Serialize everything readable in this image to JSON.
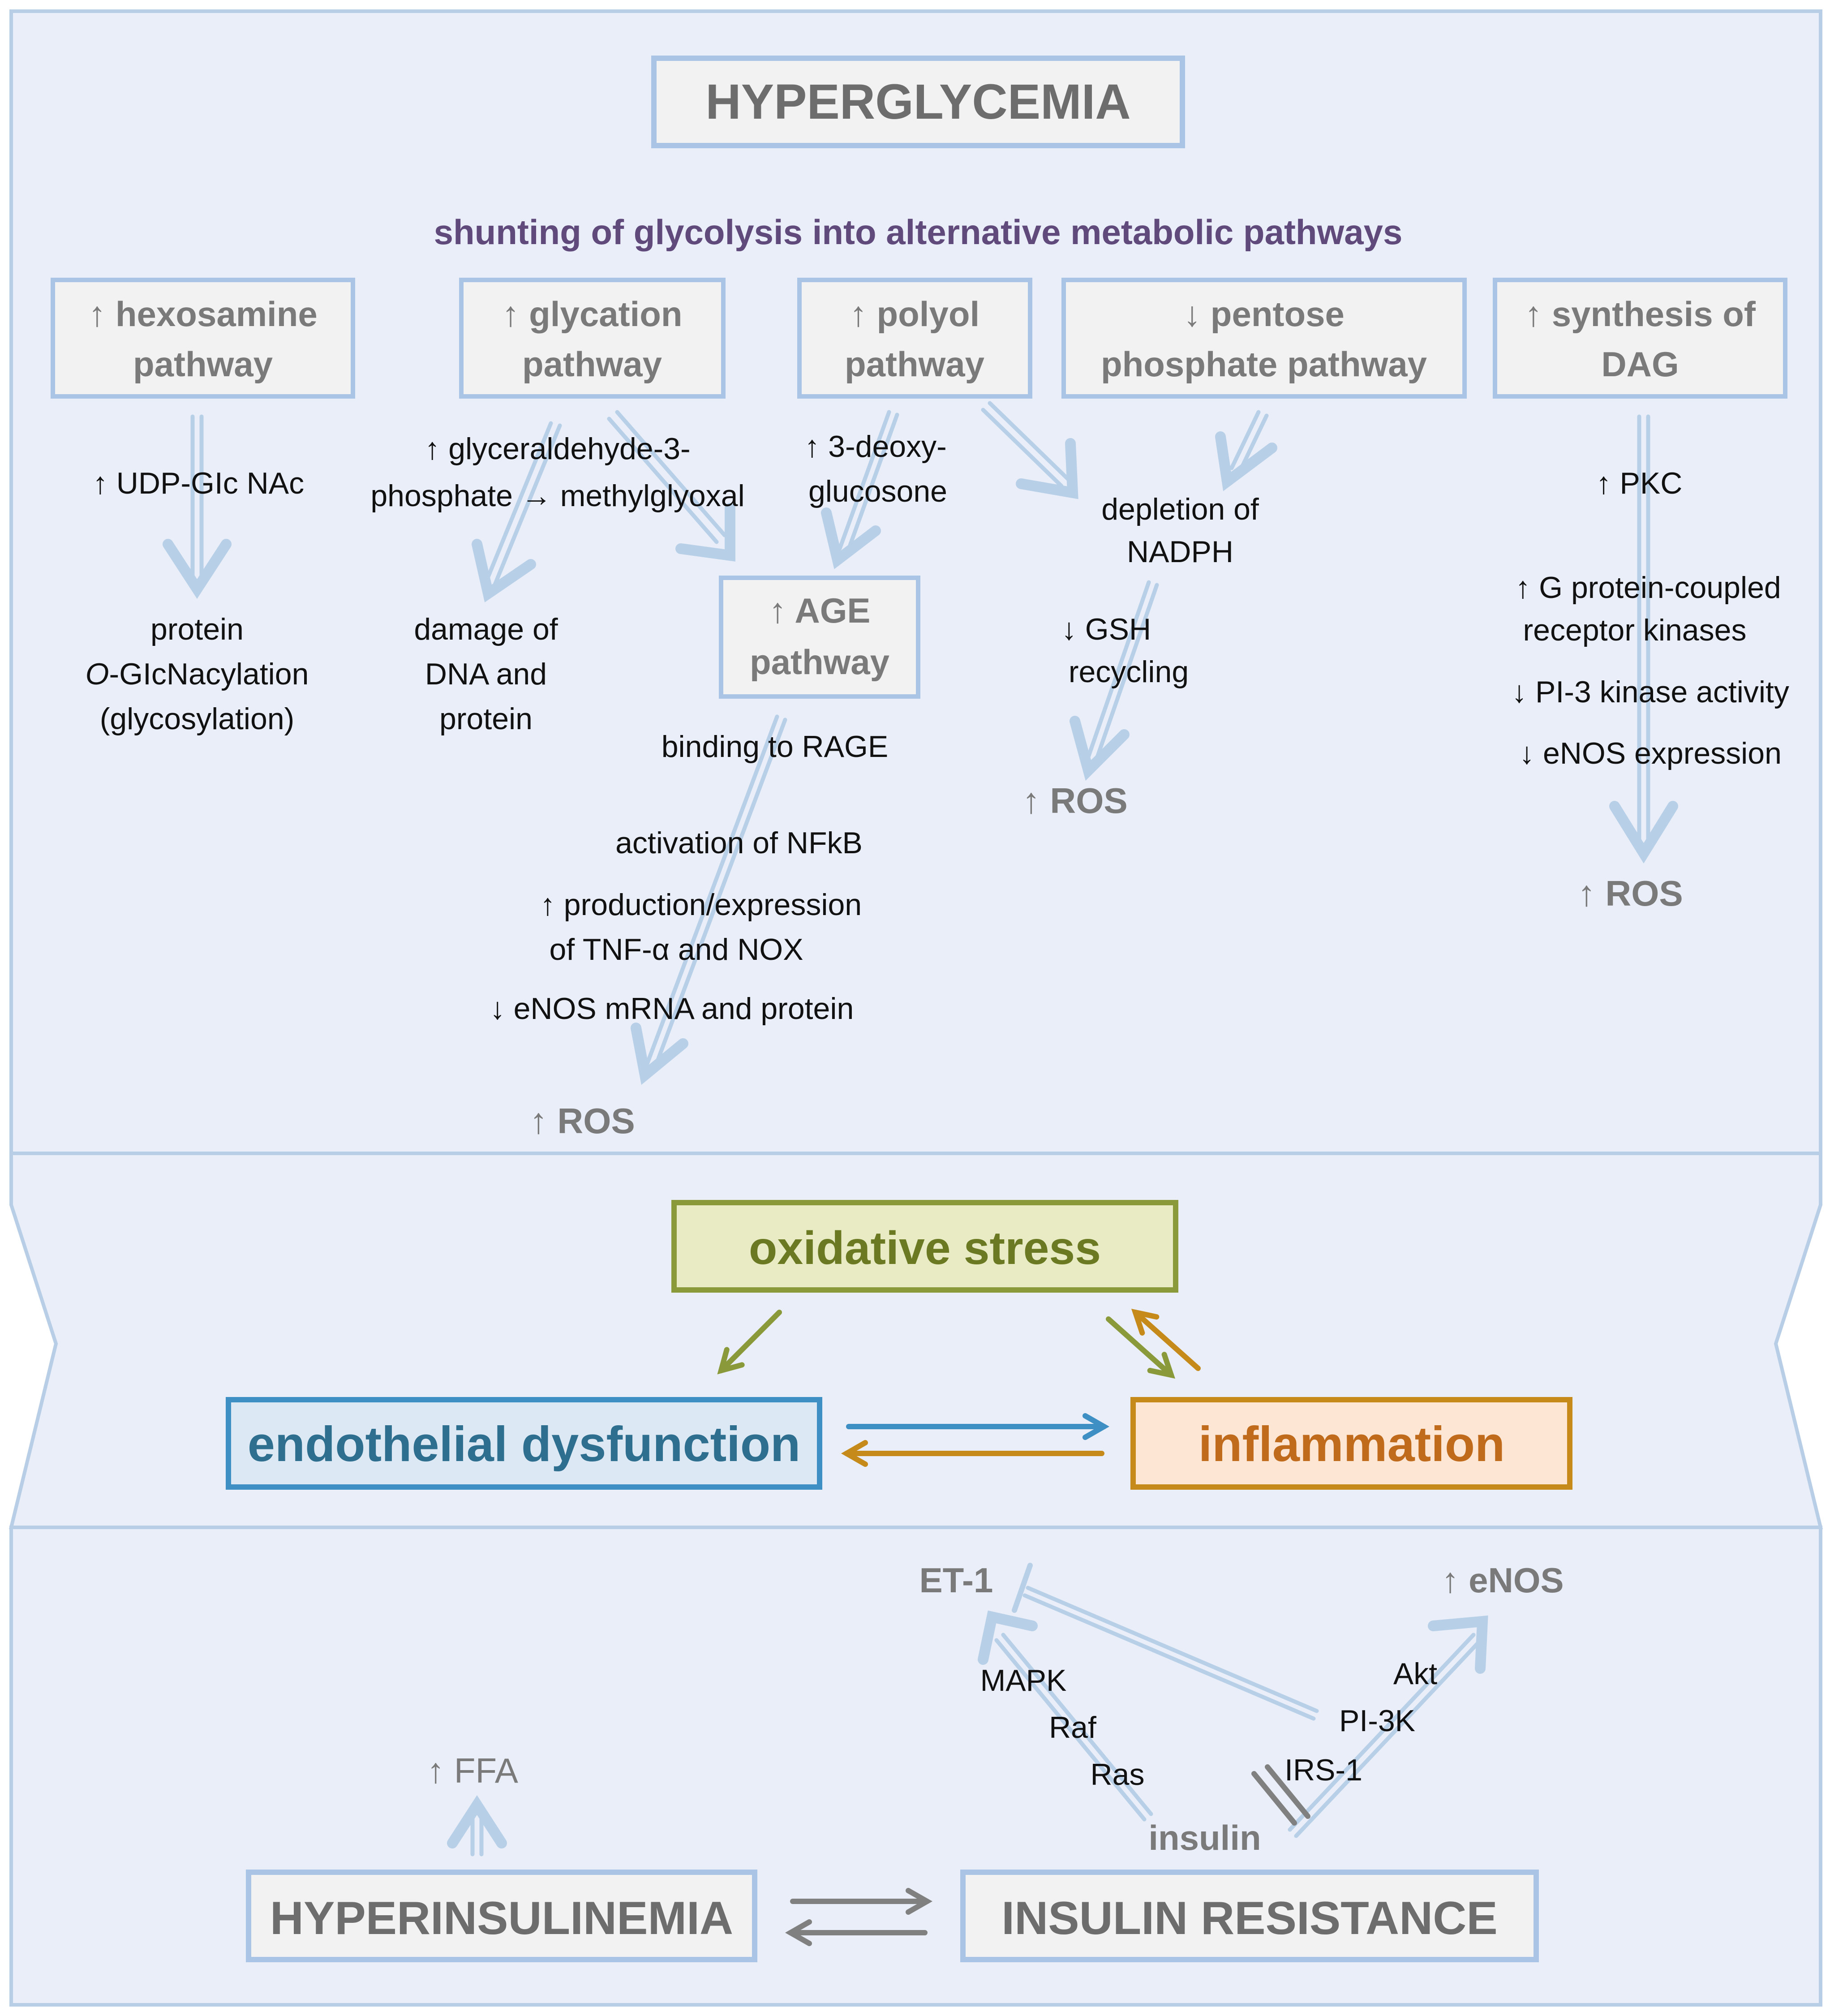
{
  "top": {
    "title": "HYPERGLYCEMIA",
    "subtitle": "shunting of glycolysis into alternative metabolic pathways",
    "pathways": [
      {
        "line1": "↑ hexosamine",
        "line2": "pathway"
      },
      {
        "line1": "↑ glycation",
        "line2": "pathway"
      },
      {
        "line1": "↑ polyol",
        "line2": "pathway"
      },
      {
        "line1": "↓ pentose",
        "line2": "phosphate pathway"
      },
      {
        "line1": "↑ synthesis of",
        "line2": "DAG"
      }
    ],
    "hexosamine": {
      "step": "↑ UDP-GIc NAc",
      "result_italic": "O",
      "result_line1": "protein",
      "result_line2": "-GIcNacylation",
      "result_line3": "(glycosylation)"
    },
    "glycation": {
      "step_line1": "↑ glyceraldehyde-3-",
      "step_line2": "phosphate → methylglyoxal",
      "result_line1": "damage of",
      "result_line2": "DNA and",
      "result_line3": "protein"
    },
    "polyol": {
      "step_line1": "↑ 3-deoxy-",
      "step_line2": "glucosone"
    },
    "age": {
      "line1": "↑ AGE",
      "line2": "pathway",
      "step1": "binding to RAGE",
      "step2": "activation of NFkB",
      "step3_line1": "↑ production/expression",
      "step3_line2": "of TNF-α and NOX",
      "step4": "↓ eNOS mRNA and protein",
      "ros": "↑ ROS"
    },
    "pentose": {
      "step_line1": "depletion of",
      "step_line2": "NADPH",
      "step2_line1": "↓ GSH",
      "step2_line2": "recycling",
      "ros": "↑ ROS"
    },
    "dag": {
      "step1": "↑ PKC",
      "step2_line1": "↑ G protein-coupled",
      "step2_line2": "receptor kinases",
      "step3": "↓ PI-3 kinase activity",
      "step4": "↓ eNOS expression",
      "ros": "↑ ROS"
    }
  },
  "middle": {
    "oxidative_stress": "oxidative stress",
    "endothelial_dysfunction": "endothelial dysfunction",
    "inflammation": "inflammation"
  },
  "bottom": {
    "hyperinsulinemia": "HYPERINSULINEMIA",
    "insulin_resistance": "INSULIN RESISTANCE",
    "ffa": "↑ FFA",
    "insulin": "insulin",
    "ras": "Ras",
    "raf": "Raf",
    "mapk": "MAPK",
    "et1": "ET-1",
    "irs1": "IRS-1",
    "pi3k": "PI-3K",
    "akt": "Akt",
    "enos": "↑ eNOS"
  },
  "colors": {
    "panel_fill": "#e9eef8",
    "panel_stroke": "#b8cde6",
    "box_fill": "#f2f2f2",
    "box_stroke": "#a9c4e4",
    "arrow_light": "#b8cfe8",
    "olive": "#8a9a3a",
    "blue": "#3d8fc4",
    "orange": "#c58a1a",
    "gray_arrow": "#808080"
  }
}
